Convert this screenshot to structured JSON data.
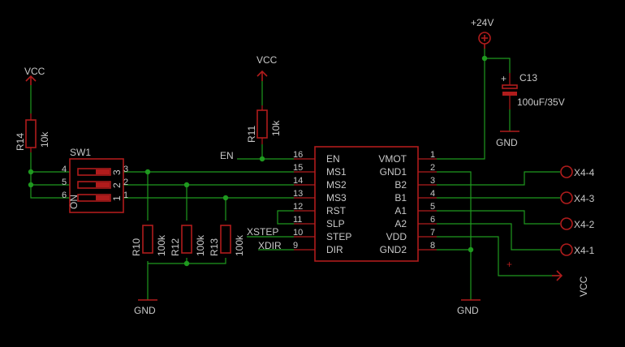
{
  "supplies": {
    "vcc": "VCC",
    "v24": "+24V",
    "gnd": "GND"
  },
  "r14": {
    "name": "R14",
    "value": "10k"
  },
  "r11": {
    "name": "R11",
    "value": "10k"
  },
  "r10": {
    "name": "R10",
    "value": "100k"
  },
  "r12": {
    "name": "R12",
    "value": "100k"
  },
  "r13": {
    "name": "R13",
    "value": "100k"
  },
  "c13": {
    "name": "C13",
    "value": "100uF/35V"
  },
  "sw1": {
    "name": "SW1",
    "on": "ON",
    "left_pins": [
      "4",
      "5",
      "6"
    ],
    "right_pins": [
      "3",
      "2",
      "1"
    ],
    "contacts": [
      "3",
      "2",
      "1"
    ]
  },
  "en_net": "EN",
  "xstep_net": "XSTEP",
  "xdir_net": "XDIR",
  "driver": {
    "left_pins": [
      {
        "num": "16",
        "name": "EN"
      },
      {
        "num": "15",
        "name": "MS1"
      },
      {
        "num": "14",
        "name": "MS2"
      },
      {
        "num": "13",
        "name": "MS3"
      },
      {
        "num": "12",
        "name": "RST"
      },
      {
        "num": "11",
        "name": "SLP"
      },
      {
        "num": "10",
        "name": "STEP"
      },
      {
        "num": "9",
        "name": "DIR"
      }
    ],
    "right_pins": [
      {
        "num": "1",
        "name": "VMOT"
      },
      {
        "num": "2",
        "name": "GND1"
      },
      {
        "num": "3",
        "name": "B2"
      },
      {
        "num": "4",
        "name": "B1"
      },
      {
        "num": "5",
        "name": "A1"
      },
      {
        "num": "6",
        "name": "A2"
      },
      {
        "num": "7",
        "name": "VDD"
      },
      {
        "num": "8",
        "name": "GND2"
      }
    ]
  },
  "connectors": [
    "X4-4",
    "X4-3",
    "X4-2",
    "X4-1"
  ],
  "plus_mark": "+"
}
